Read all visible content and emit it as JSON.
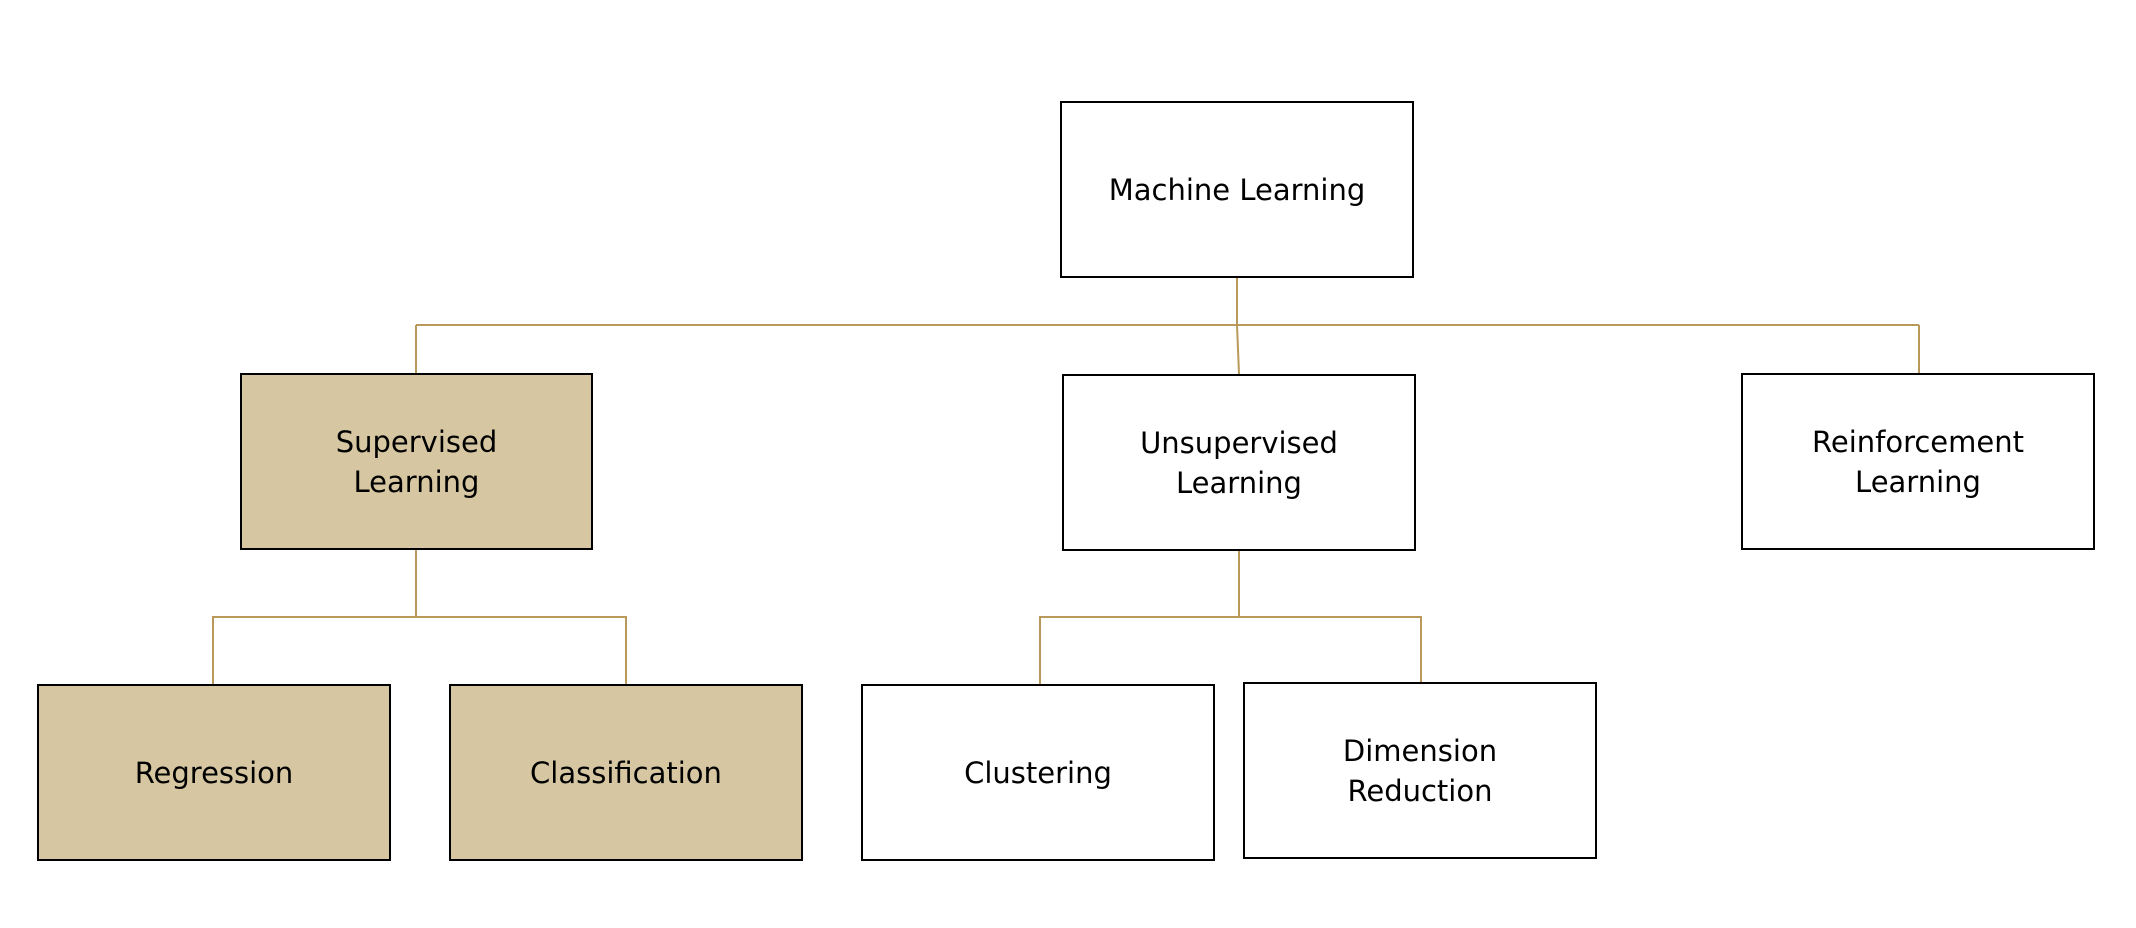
{
  "colors": {
    "highlight_fill": "#d6c7a2",
    "plain_fill": "#ffffff",
    "border": "#000000",
    "connector": "#b8995a"
  },
  "nodes": {
    "machine_learning": {
      "label": "Machine Learning",
      "highlighted": false
    },
    "supervised": {
      "label": "Supervised\nLearning",
      "highlighted": true
    },
    "unsupervised": {
      "label": "Unsupervised\nLearning",
      "highlighted": false
    },
    "reinforcement": {
      "label": "Reinforcement Learning",
      "highlighted": false
    },
    "regression": {
      "label": "Regression",
      "highlighted": true
    },
    "classification": {
      "label": "Classification",
      "highlighted": true
    },
    "clustering": {
      "label": "Clustering",
      "highlighted": false
    },
    "dimension_reduction": {
      "label": "Dimension\nReduction",
      "highlighted": false
    }
  },
  "edges": [
    [
      "machine_learning",
      "supervised"
    ],
    [
      "machine_learning",
      "unsupervised"
    ],
    [
      "machine_learning",
      "reinforcement"
    ],
    [
      "supervised",
      "regression"
    ],
    [
      "supervised",
      "classification"
    ],
    [
      "unsupervised",
      "clustering"
    ],
    [
      "unsupervised",
      "dimension_reduction"
    ]
  ]
}
